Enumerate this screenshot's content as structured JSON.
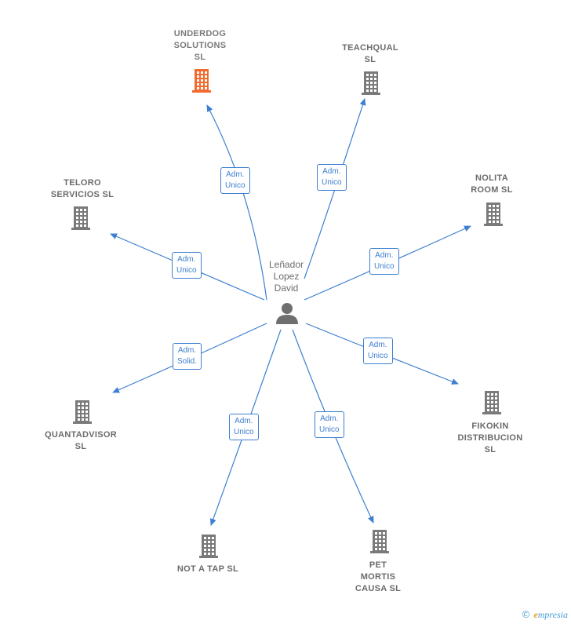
{
  "center": {
    "name_lines": [
      "Leñador",
      "Lopez",
      "David"
    ],
    "icon": "person-icon"
  },
  "colors": {
    "edge": "#3d7fd1",
    "building": "#7a7a7a",
    "building_highlight": "#f26a2e"
  },
  "nodes": [
    {
      "id": "underdog",
      "lines": [
        "UNDERDOG",
        "SOLUTIONS",
        "SL"
      ],
      "icon": "building-icon",
      "highlight": true,
      "relation": [
        "Adm.",
        "Unico"
      ]
    },
    {
      "id": "teachqual",
      "lines": [
        "TEACHQUAL",
        "SL"
      ],
      "icon": "building-icon",
      "highlight": false,
      "relation": [
        "Adm.",
        "Unico"
      ]
    },
    {
      "id": "nolita",
      "lines": [
        "NOLITA",
        "ROOM  SL"
      ],
      "icon": "building-icon",
      "highlight": false,
      "relation": [
        "Adm.",
        "Unico"
      ]
    },
    {
      "id": "fikokin",
      "lines": [
        "FIKOKIN",
        "DISTRIBUCION",
        "SL"
      ],
      "icon": "building-icon",
      "highlight": false,
      "relation": [
        "Adm.",
        "Unico"
      ]
    },
    {
      "id": "pet",
      "lines": [
        "PET",
        "MORTIS",
        "CAUSA  SL"
      ],
      "icon": "building-icon",
      "highlight": false,
      "relation": [
        "Adm.",
        "Unico"
      ]
    },
    {
      "id": "notatap",
      "lines": [
        "NOT A TAP  SL"
      ],
      "icon": "building-icon",
      "highlight": false,
      "relation": [
        "Adm.",
        "Unico"
      ]
    },
    {
      "id": "quantadvisor",
      "lines": [
        "QUANTADVISOR",
        "SL"
      ],
      "icon": "building-icon",
      "highlight": false,
      "relation": [
        "Adm.",
        "Solid."
      ]
    },
    {
      "id": "teloro",
      "lines": [
        "TELORO",
        "SERVICIOS SL"
      ],
      "icon": "building-icon",
      "highlight": false,
      "relation": [
        "Adm.",
        "Unico"
      ]
    }
  ],
  "footer": {
    "copyright": "©",
    "brand_initial": "e",
    "brand_rest": "mpresia"
  }
}
